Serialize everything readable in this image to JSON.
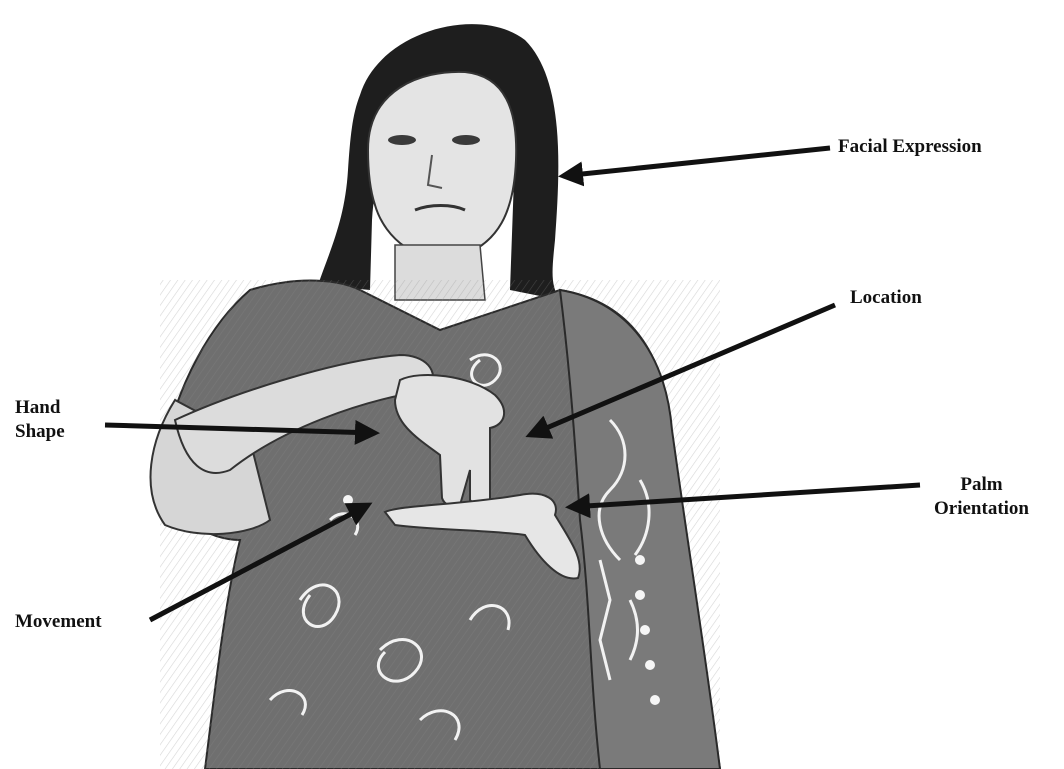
{
  "figure": {
    "labels": {
      "facial_expression": "Facial Expression",
      "location": "Location",
      "hand_shape_line1": "Hand",
      "hand_shape_line2": "Shape",
      "palm_orientation_line1": "Palm",
      "palm_orientation_line2": "Orientation",
      "movement": "Movement"
    },
    "colors": {
      "ink": "#111111",
      "background": "#ffffff",
      "hair": "#1e1e1e",
      "skin": "#dcdcdc",
      "garment": "#6f6f6f",
      "garment_pattern": "#f2f2f2"
    },
    "illustration": "pencil-sketch-woman-signing"
  }
}
